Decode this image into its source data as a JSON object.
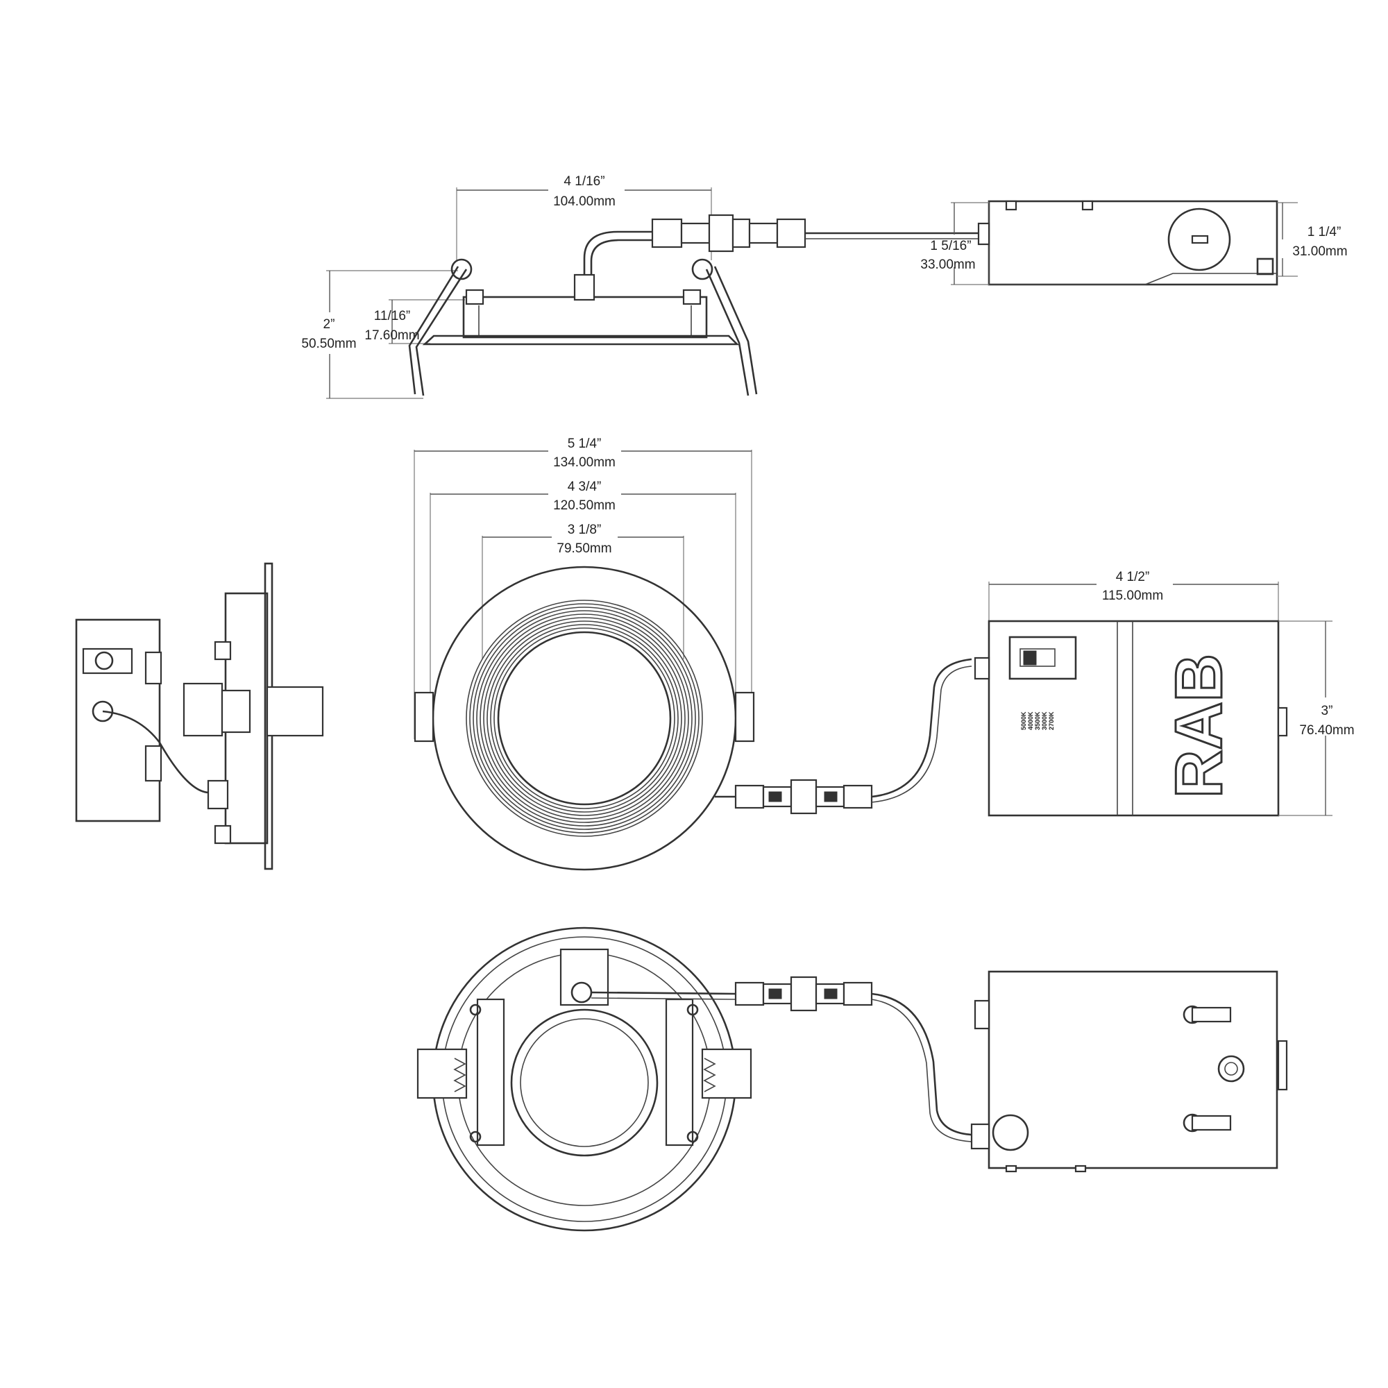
{
  "dimensions": {
    "trim_depth": {
      "imperial": "4 1/16”",
      "metric": "104.00mm"
    },
    "overall_height": {
      "imperial": "2”",
      "metric": "50.50mm"
    },
    "flange_height": {
      "imperial": "11/16”",
      "metric": "17.60mm"
    },
    "driver_height_side": {
      "imperial": "1 5/16”",
      "metric": "33.00mm"
    },
    "driver_depth_side": {
      "imperial": "1 1/4”",
      "metric": "31.00mm"
    },
    "trim_outer_diameter": {
      "imperial": "5 1/4”",
      "metric": "134.00mm"
    },
    "cutout_diameter": {
      "imperial": "4 3/4”",
      "metric": "120.50mm"
    },
    "aperture_diameter": {
      "imperial": "3 1/8”",
      "metric": "79.50mm"
    },
    "driver_length": {
      "imperial": "4 1/2”",
      "metric": "115.00mm"
    },
    "driver_width": {
      "imperial": "3”",
      "metric": "76.40mm"
    }
  },
  "driver_box": {
    "brand": "RAB",
    "cct_options": [
      "5000K",
      "4000K",
      "3500K",
      "3000K",
      "2700K"
    ]
  },
  "colors": {
    "line": "#333333",
    "background": "#ffffff"
  }
}
